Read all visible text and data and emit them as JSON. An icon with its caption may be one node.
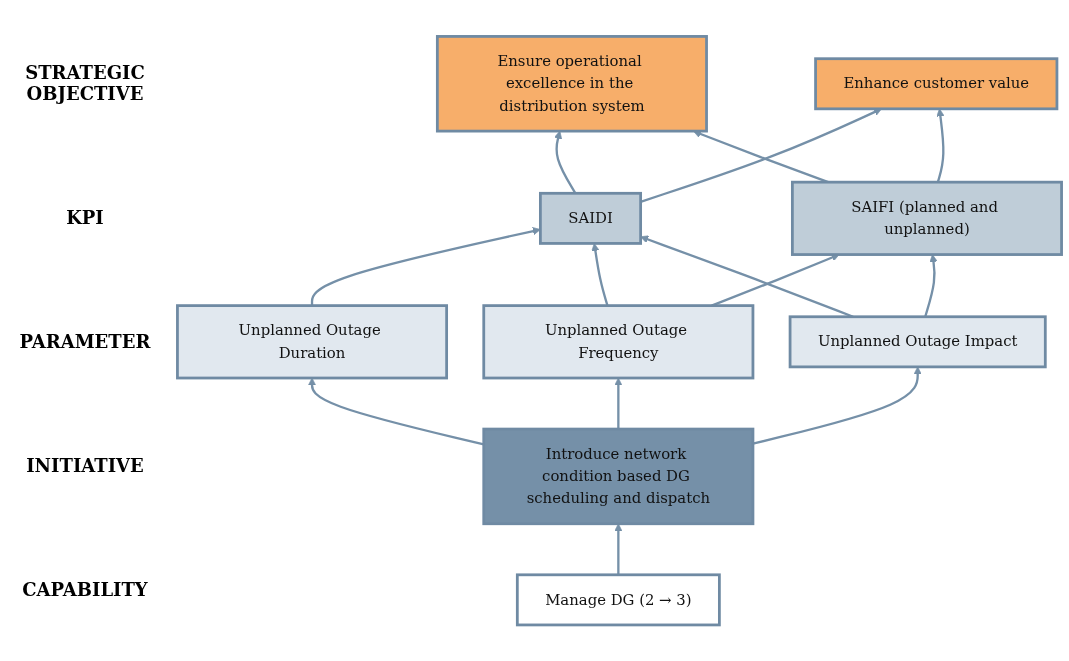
{
  "diagram": {
    "nodes": [
      {
        "text": [
          "Ensure operational excellence in the distribution system"
        ]
      },
      {
        "text": [
          "Enhance customer value"
        ]
      },
      {
        "text": [
          "SAIDI"
        ]
      },
      {
        "text": [
          "SAIFI (planned and unplanned)"
        ]
      },
      {
        "text": [
          "Unplanned Outage Duration"
        ]
      },
      {
        "text": [
          "Unplanned Outage Frequency"
        ]
      },
      {
        "text": [
          "Unplanned Outage Impact"
        ]
      },
      {
        "text": [
          "Introduce network condition based DG scheduling and dispatch"
        ]
      },
      {
        "text": [
          "Manage DG (2 → 3)"
        ]
      }
    ],
    "edges": [
      {
        "from": 2,
        "to": 0,
        "arrow": "to"
      },
      {
        "from": 2,
        "to": 1,
        "arrow": "to"
      },
      {
        "from": 3,
        "to": 0,
        "arrow": "to"
      },
      {
        "from": 3,
        "to": 1,
        "arrow": "to"
      },
      {
        "from": 4,
        "to": 2,
        "arrow": "to"
      },
      {
        "from": 5,
        "to": 2,
        "arrow": "to"
      },
      {
        "from": 5,
        "to": 3,
        "arrow": "to"
      },
      {
        "from": 6,
        "to": 2,
        "arrow": "to"
      },
      {
        "from": 6,
        "to": 3,
        "arrow": "to"
      },
      {
        "from": 7,
        "to": 4,
        "arrow": "to"
      },
      {
        "from": 7,
        "to": 5,
        "arrow": "to"
      },
      {
        "from": 7,
        "to": 6,
        "arrow": "to"
      },
      {
        "from": 8,
        "to": 7,
        "arrow": "to"
      }
    ],
    "labels": [
      "STRATEGIC OBJECTIVE",
      "KPI",
      "PARAMETER",
      "INITIATIVE",
      "CAPABILITY"
    ]
  }
}
